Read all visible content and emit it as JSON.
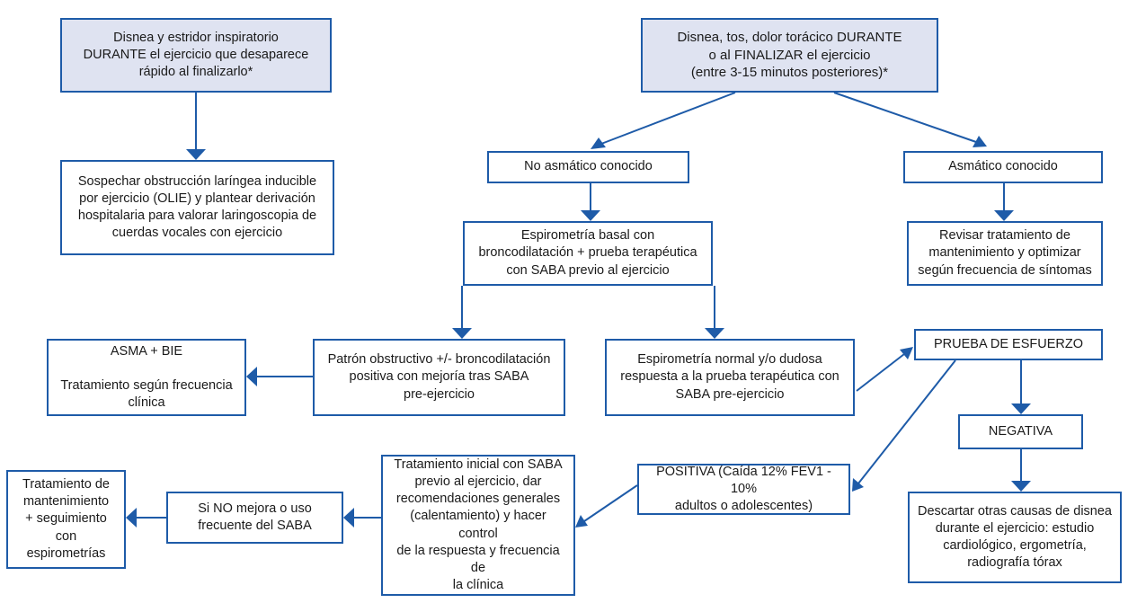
{
  "colors": {
    "border": "#1e5ba8",
    "shaded_fill": "#dfe3f1",
    "text": "#1a1a1a"
  },
  "nodes": {
    "start_left": [
      "Disnea y estridor inspiratorio",
      "DURANTE el ejercicio que desaparece",
      "rápido al finalizarlo*"
    ],
    "start_right": [
      "Disnea, tos, dolor torácico DURANTE",
      "o al FINALIZAR el ejercicio",
      "(entre 3-15 minutos posteriores)*"
    ],
    "olie": [
      "Sospechar obstrucción laríngea inducible",
      "por ejercicio (OLIE) y plantear derivación",
      "hospitalaria para valorar laringoscopia de",
      "cuerdas vocales con ejercicio"
    ],
    "no_asmatico": [
      "No asmático conocido"
    ],
    "asmatico": [
      "Asmático conocido"
    ],
    "espirometria_basal": [
      "Espirometría basal con",
      "broncodilatación + prueba terapéutica",
      "con SABA previo al ejercicio"
    ],
    "revisar_tratamiento": [
      "Revisar tratamiento de",
      "mantenimiento y optimizar",
      "según frecuencia de síntomas"
    ],
    "asma_bie": [
      "ASMA + BIE",
      "",
      "Tratamiento según frecuencia",
      "clínica"
    ],
    "patron_obstructivo": [
      "Patrón obstructivo +/- broncodilatación",
      "positiva con mejoría tras SABA",
      "pre-ejercicio"
    ],
    "espirometria_normal": [
      "Espirometría normal y/o dudosa",
      "respuesta a la prueba terapéutica con",
      "SABA pre-ejercicio"
    ],
    "prueba_esfuerzo": [
      "PRUEBA DE ESFUERZO"
    ],
    "negativa": [
      "NEGATIVA"
    ],
    "positiva": [
      "POSITIVA (Caída 12% FEV1 - 10%",
      "adultos o adolescentes)"
    ],
    "descartar": [
      "Descartar otras causas de disnea",
      "durante el ejercicio: estudio",
      "cardiológico, ergometría,",
      "radiografía tórax"
    ],
    "tratamiento_inicial": [
      "Tratamiento inicial con SABA",
      "previo al ejercicio, dar",
      "recomendaciones generales",
      "(calentamiento) y hacer control",
      "de la respuesta y frecuencia de",
      "la clínica"
    ],
    "si_no_mejora": [
      "Si NO mejora o uso",
      "frecuente del SABA"
    ],
    "mantenimiento": [
      "Tratamiento de",
      "mantenimiento",
      "+ seguimiento",
      "con espirometrías"
    ]
  }
}
